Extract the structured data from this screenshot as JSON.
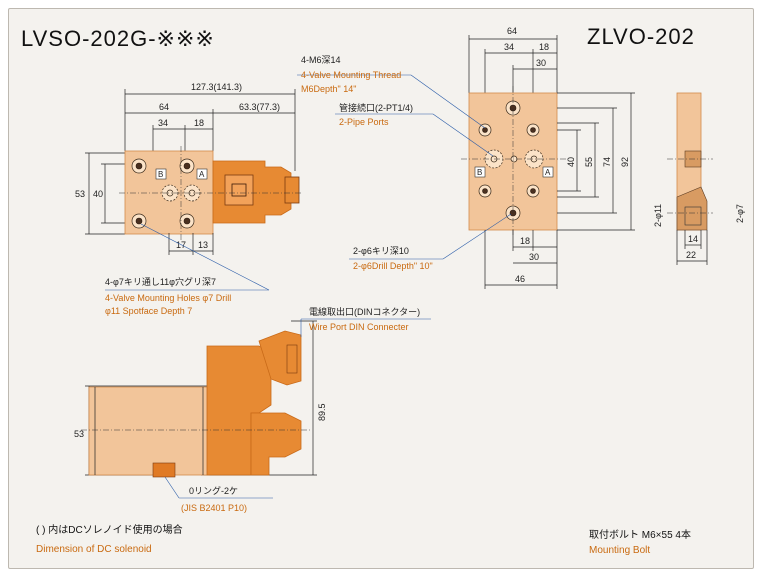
{
  "titles": {
    "left": "LVSO-202G-※※※",
    "right": "ZLVO-202"
  },
  "dims_top_left": {
    "overall": "127.3(141.3)",
    "body_width": "64",
    "coil_length": "63.3(77.3)",
    "spacing_34": "34",
    "spacing_18": "18",
    "bottom_17": "17",
    "bottom_13": "13",
    "height_53": "53",
    "height_40": "40",
    "port_a": "A",
    "port_b": "B"
  },
  "notes_left": {
    "holes_jp": "4-φ7キリ通し11φ穴グリ深7",
    "holes_en_1": "4-Valve Mounting Holes φ7 Drill",
    "holes_en_2": "φ11 Spotface Depth 7"
  },
  "dims_bottom_left": {
    "height_53": "53",
    "height_89_5": "89.5"
  },
  "notes_bottom_left": {
    "wire_jp": "電線取出口(DINコネクター)",
    "wire_en": "Wire Port DIN Connecter",
    "oring_jp": "0リング-2ケ",
    "oring_en": "(JIS B2401 P10)"
  },
  "dims_right": {
    "top_64": "64",
    "top_34": "34",
    "top_18": "18",
    "top_30": "30",
    "h_40": "40",
    "h_55": "55",
    "h_74": "74",
    "h_92": "92",
    "bot_18": "18",
    "bot_30": "30",
    "bot_46": "46",
    "port_a": "A",
    "port_b": "B"
  },
  "notes_right": {
    "thread_jp": "4-M6深14",
    "thread_en_1": "4-Valve Mounting Thread",
    "thread_en_2": "M6Depth\" 14\"",
    "pipe_jp": "管接続口(2-PT1/4)",
    "pipe_en": "2-Pipe Ports",
    "drill_jp": "2-φ6キリ深10",
    "drill_en": "2-φ6Drill Depth\" 10\""
  },
  "dims_side": {
    "phi11": "2-φ11",
    "phi7": "2-φ7",
    "w14": "14",
    "w22": "22"
  },
  "footer": {
    "dc_jp": "( ) 内はDCソレノイド使用の場合",
    "dc_en": "Dimension of DC solenoid",
    "bolt_jp": "取付ボルト M6×55 4本",
    "bolt_en": "Mounting Bolt"
  },
  "colors": {
    "body": "#f2c59a",
    "coil": "#e78a33",
    "english_note": "#c96a10",
    "leader": "#2a5ca8"
  }
}
